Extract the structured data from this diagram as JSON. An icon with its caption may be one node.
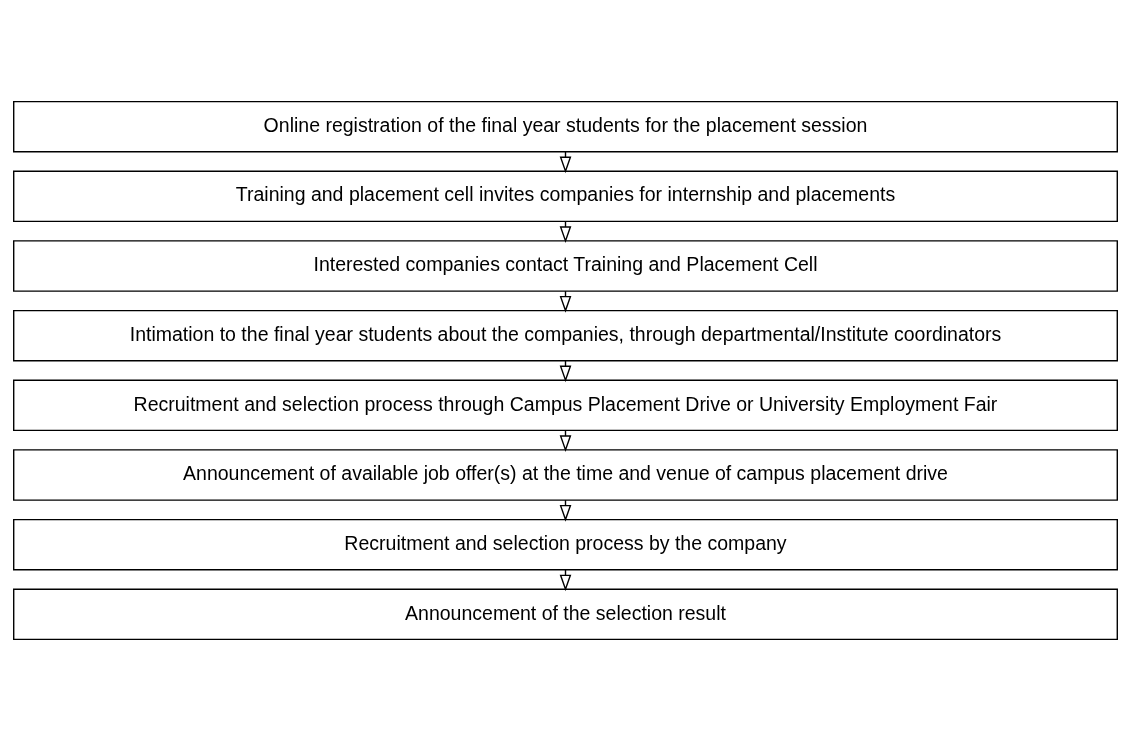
{
  "diagram": {
    "nodes": [
      {
        "text": [
          "Online registration of the final year students for the placement session"
        ]
      },
      {
        "text": [
          "Training and placement cell invites companies for internship and placements"
        ]
      },
      {
        "text": [
          "Interested companies contact Training and Placement Cell"
        ]
      },
      {
        "text": [
          "Intimation to the final year students about the companies, through departmental/Institute coordinators"
        ]
      },
      {
        "text": [
          "Recruitment and selection process through Campus Placement Drive or University Employment Fair"
        ]
      },
      {
        "text": [
          "Announcement of available job offer(s) at the time and venue of campus placement drive"
        ]
      },
      {
        "text": [
          "Recruitment and selection process by the company"
        ]
      },
      {
        "text": [
          "Announcement of the selection result"
        ]
      }
    ],
    "edges": [
      {
        "from": 0,
        "to": 1,
        "arrow": "to"
      },
      {
        "from": 1,
        "to": 2,
        "arrow": "to"
      },
      {
        "from": 2,
        "to": 3,
        "arrow": "to"
      },
      {
        "from": 3,
        "to": 4,
        "arrow": "to"
      },
      {
        "from": 4,
        "to": 5,
        "arrow": "to"
      },
      {
        "from": 5,
        "to": 6,
        "arrow": "to"
      },
      {
        "from": 6,
        "to": 7,
        "arrow": "to"
      }
    ]
  }
}
